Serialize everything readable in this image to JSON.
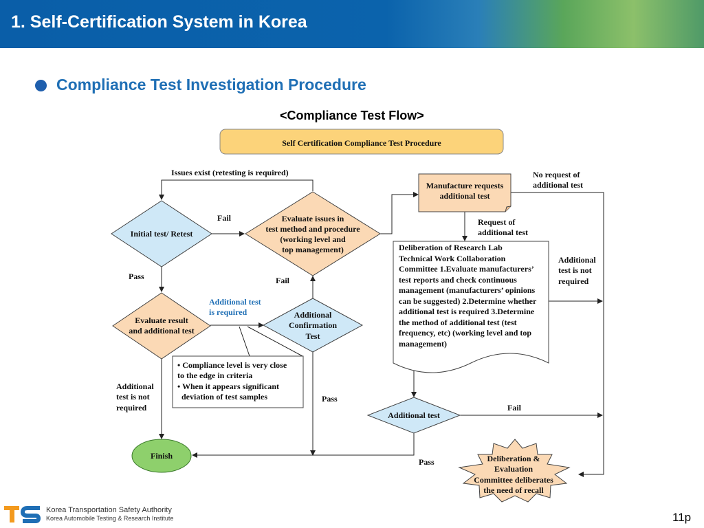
{
  "header": {
    "title": "1. Self-Certification System in Korea"
  },
  "section": {
    "title": "Compliance Test Investigation Procedure"
  },
  "flow": {
    "caption": "<Compliance Test Flow>",
    "banner": "Self Certification Compliance Test Procedure",
    "initial_test": "Initial test/ Retest",
    "evaluate_issues": [
      "Evaluate issues in",
      "test method and procedure",
      "(working level and",
      "top management)"
    ],
    "evaluate_result": [
      "Evaluate result",
      "and additional test"
    ],
    "additional_confirmation": [
      "Additional",
      "Confirmation",
      "Test"
    ],
    "finish": "Finish",
    "manufacture_requests": [
      "Manufacture requests",
      "additional test"
    ],
    "deliberation_doc": [
      "Deliberation of Research Lab",
      "Technical Work Collaboration",
      "Committee 1.Evaluate manufacturers’",
      "test reports and check continuous",
      "management (manufacturers’ opinions",
      "can be suggested) 2.Determine whether",
      "additional test is required 3.Determine",
      "the method of additional test (test",
      "frequency, etc) (working level and top",
      "management)"
    ],
    "additional_test": "Additional test",
    "deliberation_burst": [
      "Deliberation &",
      "Evaluation",
      "Committee deliberates",
      "the need of recall"
    ],
    "note_box": [
      "• Compliance level is very close",
      "to the edge in criteria",
      "• When it appears significant",
      "deviation of test samples"
    ],
    "labels": {
      "issues_exist": "Issues exist (retesting is required)",
      "fail_1": "Fail",
      "pass_1": "Pass",
      "fail_2": "Fail",
      "additional_required": [
        "Additional test",
        "is required"
      ],
      "additional_not_required_left": [
        "Additional",
        "test is not",
        "required"
      ],
      "pass_2": "Pass",
      "no_request": [
        "No request of",
        "additional test"
      ],
      "request_of": [
        "Request of",
        "additional test"
      ],
      "additional_not_required_right": [
        "Additional",
        "test is not",
        "required"
      ],
      "fail_3": "Fail",
      "pass_3": "Pass"
    }
  },
  "footer": {
    "org_line1": "Korea Transportation Safety Authority",
    "org_line2": "Korea  Automobile Testing &  Research  Institute",
    "logo_text": "TS"
  },
  "page": {
    "number": "11p"
  },
  "colors": {
    "header_blue": "#0b63ac",
    "blue_diamond": "#cfe8f7",
    "orange_diamond": "#fbd9b5",
    "banner": "#fcd37a",
    "finish": "#8ed06c",
    "accent_text": "#1f6fb5"
  }
}
